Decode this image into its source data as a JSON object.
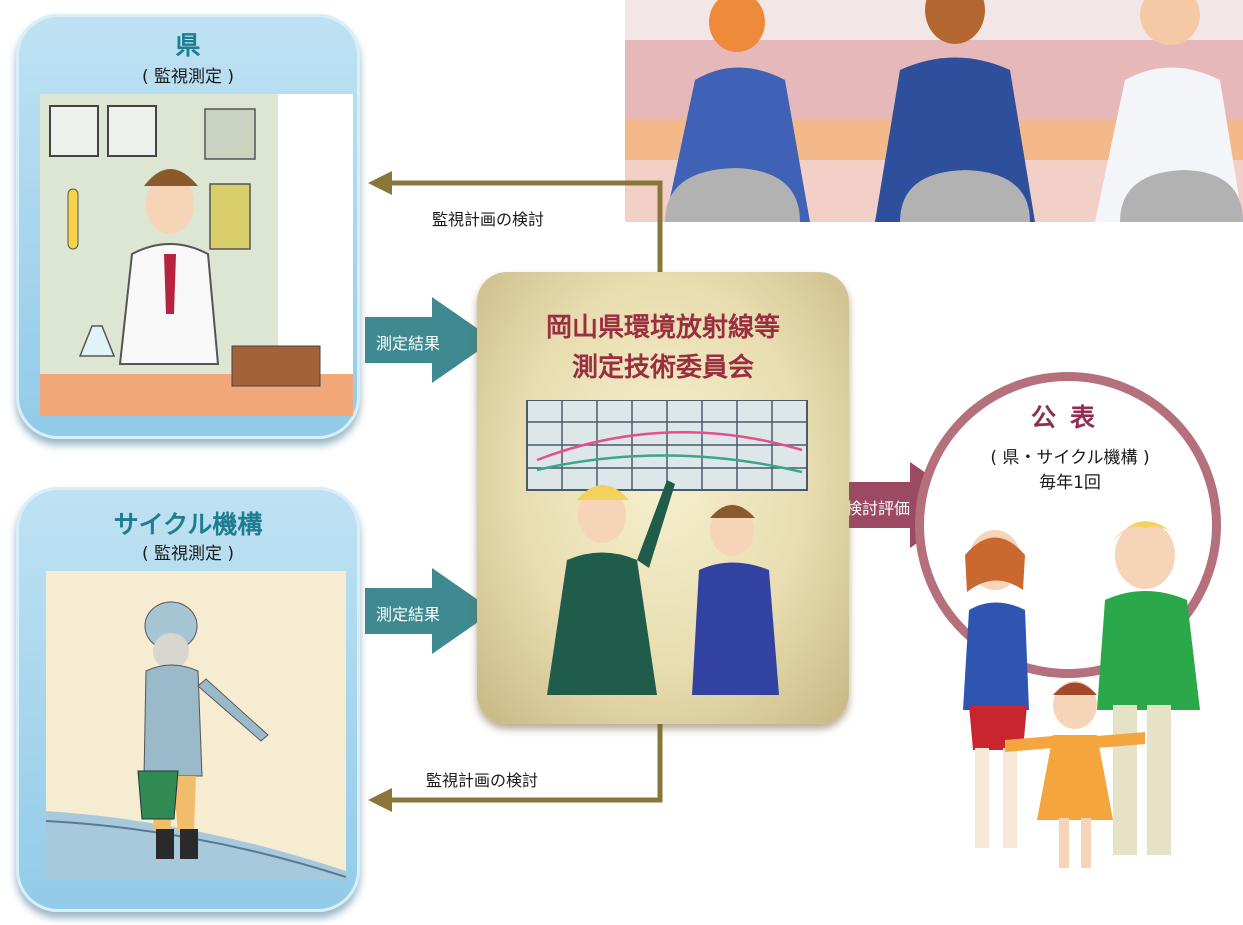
{
  "prefecture_panel": {
    "title": "県",
    "subtitle": "( 監視測定 )"
  },
  "cycle_panel": {
    "title": "サイクル機構",
    "subtitle": "( 監視測定 )"
  },
  "committee": {
    "title_line1": "岡山県環境放射線等",
    "title_line2": "測定技術委員会"
  },
  "arrows": {
    "result_top": "測定結果",
    "result_bottom": "測定結果",
    "plan_top": "監視計画の検討",
    "plan_bottom": "監視計画の検討",
    "evaluation": "検討評価"
  },
  "publication": {
    "title": "公表",
    "subtitle": "( 県・サイクル機構 )",
    "frequency": "毎年1回"
  },
  "colors": {
    "panel_blue": "#a6d6ee",
    "title_teal": "#1e7e8f",
    "committee_red": "#9a2f3f",
    "arrow_teal": "#3f8a90",
    "arrow_plum": "#9c4a64",
    "line_olive": "#8a7638",
    "circle_rose": "#b5707d"
  }
}
